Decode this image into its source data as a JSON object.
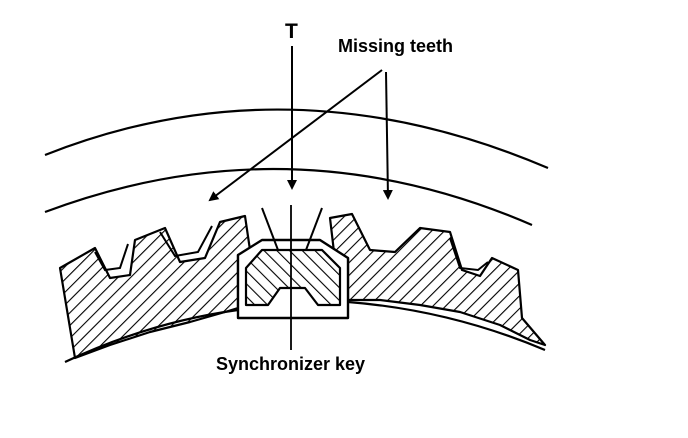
{
  "labels": {
    "force_marker": "T",
    "missing_teeth": "Missing teeth",
    "synchronizer_key": "Synchronizer key"
  },
  "colors": {
    "ink": "#000000",
    "paper": "#ffffff"
  }
}
